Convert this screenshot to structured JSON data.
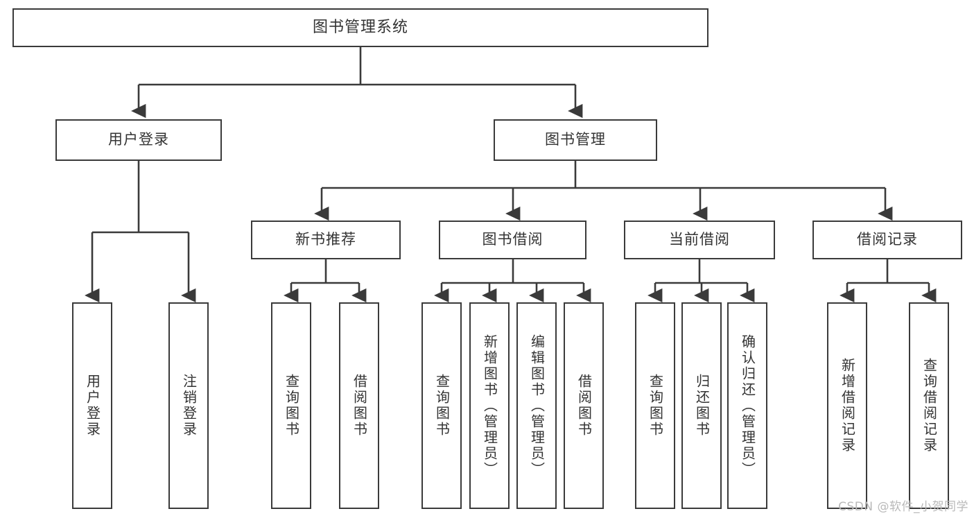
{
  "diagram": {
    "title": "图书管理系统",
    "watermark": "CSDN @软件_小贺同学",
    "colors": {
      "stroke": "#3a3a3a",
      "text": "#333333",
      "background": "#ffffff",
      "watermark": "#b9b9b9"
    },
    "levels": {
      "root": {
        "label": "图书管理系统"
      },
      "level2": [
        {
          "label": "用户登录"
        },
        {
          "label": "图书管理"
        }
      ],
      "level3": [
        {
          "label": "新书推荐"
        },
        {
          "label": "图书借阅"
        },
        {
          "label": "当前借阅"
        },
        {
          "label": "借阅记录"
        }
      ],
      "leaves": {
        "user_login": [
          {
            "label": "用户登录"
          },
          {
            "label": "注销登录"
          }
        ],
        "new_book_recommend": [
          {
            "label": "查询图书"
          },
          {
            "label": "借阅图书"
          }
        ],
        "book_borrow": [
          {
            "label": "查询图书"
          },
          {
            "label": "新增图书（管理员）"
          },
          {
            "label": "编辑图书（管理员）"
          },
          {
            "label": "借阅图书"
          }
        ],
        "current_borrow": [
          {
            "label": "查询图书"
          },
          {
            "label": "归还图书"
          },
          {
            "label": "确认归还（管理员）"
          }
        ],
        "borrow_records": [
          {
            "label": "新增借阅记录"
          },
          {
            "label": "查询借阅记录"
          }
        ]
      }
    }
  }
}
